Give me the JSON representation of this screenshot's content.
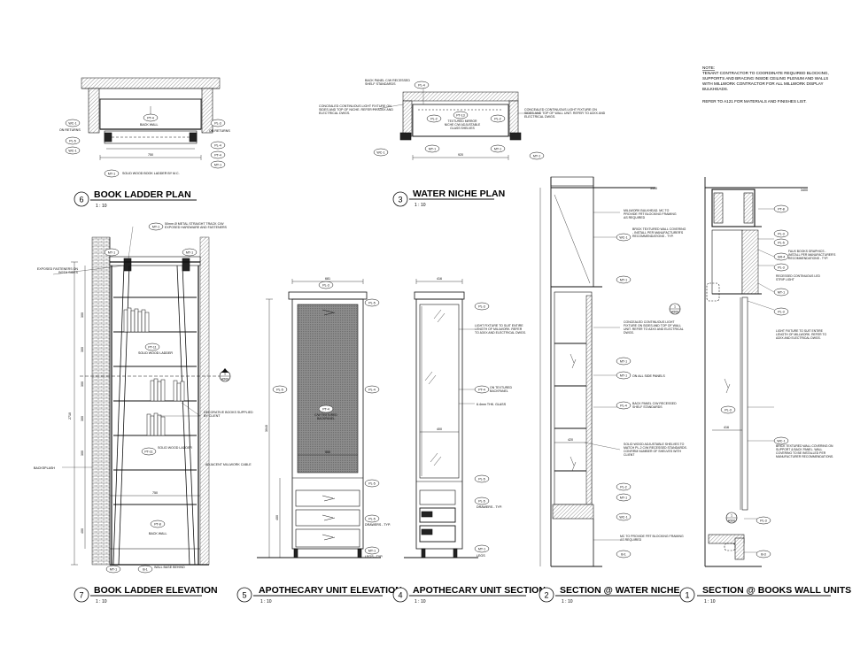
{
  "general_note": {
    "heading": "NOTE:",
    "lines": [
      "TENANT CONTRACTOR TO COORDINATE REQUIRED BLOCKING,",
      "SUPPORTS AND BRACING INSIDE CEILING PLENUM AND WALLS",
      "WITH MILLWORK CONTRACTOR FOR ALL MILLWORK DISPLAY",
      "BULKHEADS."
    ],
    "reference": "REFER TO A121 FOR MATERIALS AND FINISHES LIST."
  },
  "titles": [
    {
      "number": "6",
      "name": "BOOK LADDER PLAN",
      "scale": "1 : 10"
    },
    {
      "number": "3",
      "name": "WATER NICHE PLAN",
      "scale": "1 : 10"
    },
    {
      "number": "7",
      "name": "BOOK LADDER ELEVATION",
      "scale": "1 : 10"
    },
    {
      "number": "5",
      "name": "APOTHECARY UNIT ELEVATION",
      "scale": "1 : 10"
    },
    {
      "number": "4",
      "name": "APOTHECARY UNIT SECTION",
      "scale": "1 : 10"
    },
    {
      "number": "2",
      "name": "SECTION @ WATER NICHE",
      "scale": "1 : 10"
    },
    {
      "number": "1",
      "name": "SECTION @ BOOKS WALL UNITS",
      "scale": "1 : 10"
    }
  ],
  "book_ladder_plan": {
    "tags": [
      "WC-1",
      "PL-5",
      "PT-4",
      "WC-1",
      "MT-1",
      "PL-3",
      "PL-4",
      "PT-4",
      "MT-1"
    ],
    "labels": [
      "ON RETURNS",
      "BACK WALL",
      "ON RETURNS",
      "SOLID WOOD BOOK LADDER BY M.C."
    ],
    "dims": [
      "750"
    ]
  },
  "water_niche_plan": {
    "tags": [
      "PL-4",
      "PL-2",
      "PT-13",
      "PL-2",
      "WC-1",
      "MT-1",
      "MT-1",
      "MT-1"
    ],
    "labels": [
      "BACK PANEL C/W RECESSED SHELF STANDARDS",
      "CONCEALED CONTINUOUS LIGHT FIXTURE ON SIDES AND TOP OF NICHE. REFER TO A3XX AND ELECTRICAL DWGS.",
      "TEXTURED MIRROR NICHE C/W ADJUSTABLE GLASS SHELVES",
      "CONCEALED CONTINUOUS LIGHT FIXTURE ON SIDES AND TOP OF WALL UNIT. REFER TO A3XX AND ELECTRICAL DWGS."
    ],
    "dims": [
      "920"
    ]
  },
  "book_ladder_elevation": {
    "tags": [
      "MT-1",
      "MT-1",
      "MT-1",
      "PT-11",
      "PT-11",
      "PT-8",
      "MT-1",
      "B-1"
    ],
    "labels": [
      "50mm Ø METAL STRAIGHT TRACK C/W EXPOSED HARDWARE AND FASTENERS",
      "EXPOSED FASTENERS ON BOTH SIDES",
      "SOLID WOOD LADDER",
      "DECORATIVE BOOKS SUPPLIED BY CLIENT",
      "SOLID WOOD LADDER",
      "BACKSPLASH",
      "ADJACENT MILLWORK CABLE",
      "BACK WALL",
      "WALL BASE BEHIND"
    ],
    "dims": [
      "2710",
      "750",
      "300",
      "300",
      "300",
      "300",
      "300",
      "400"
    ],
    "callout": {
      "number": "1",
      "sheet": "A500"
    }
  },
  "apothecary_elevation": {
    "tags": [
      "PL-3",
      "PL-5",
      "PL-5",
      "PL-4",
      "PT-4",
      "PL-5",
      "PL-5",
      "MT-1"
    ],
    "labels": [
      "C/W TEXTURED BACKPANEL",
      "DRAWERS - TYP.",
      "LEGS - TYP."
    ],
    "dims": [
      "681",
      "3040",
      "400",
      "550"
    ]
  },
  "apothecary_section": {
    "tags": [
      "PL-3",
      "PT-4",
      "PL-5",
      "PL-5",
      "MT-1"
    ],
    "labels": [
      "LIGHT FIXTURE TO SUIT ENTIRE LENGTH OF MILLWORK. REFER TO A3XX AND ELECTRICAL DWGS.",
      "ON TEXTURED BACKPANEL",
      "6.4mm THK. GLASS",
      "DRAWERS - TYP.",
      "LEGS"
    ],
    "dims": [
      "416",
      "400"
    ]
  },
  "section_water_niche": {
    "tags": [
      "WC-1",
      "MT-1",
      "MT-1",
      "MT-1",
      "PL-4",
      "PL-2",
      "MT-1",
      "WC-1",
      "B-1"
    ],
    "labels": [
      "MILLWORK BULKHEAD. MC TO PROVIDE FRT BLOCKING FRAMING AS REQUIRED",
      "BRICK TEXTURED WALL COVERING - INSTALL PER MANUFACTURER'S RECOMMENDATIONS - TYP.",
      "CONCEALED CONTINUOUS LIGHT FIXTURE ON SIDES AND TOP OF WALL UNIT. REFER TO A3XX AND ELECTRICAL DWGS.",
      "ON ALL SIDE PANELS",
      "BACK PANEL C/W RECESSED SHELF STANDARDS",
      "SOLID WOOD ADJUSTABLE SHELVES TO MATCH PL-2 C/W RECESSED STANDARDS. CONFIRM NUMBER OF SHELVES WITH CLIENT",
      "MC TO PROVIDE FRT BLOCKING FRAMING AS REQUIRED"
    ],
    "dims": [
      "3400",
      "420"
    ]
  },
  "section_books_wall": {
    "tags": [
      "PT-8",
      "PL-3",
      "PL-5",
      "GR-4",
      "PL-3",
      "MT-1",
      "PL-3",
      "PL-3",
      "WC-1",
      "PL-3",
      "B-3"
    ],
    "labels": [
      "FAUX BOOKS GRAPHICS - INSTALL PER MANUFACTURER'S RECOMMENDATIONS - TYP.",
      "RECESSED CONTINUOUS LED STRIP LIGHT",
      "LIGHT FIXTURE TO SUIT ENTIRE LENGTH OF MILLWORK. REFER TO A3XX AND ELECTRICAL DWGS.",
      "BRICK TEXTURED WALL COVERING ON SUPPORT & BACK PANEL. WALL COVERING TO BE INSTALLED PER MANUFACTURER RECOMMENDATIONS."
    ],
    "dims": [
      "3400",
      "416"
    ],
    "callouts": [
      {
        "number": "1",
        "sheet": "A500"
      },
      {
        "number": "1",
        "sheet": "A500"
      }
    ]
  }
}
